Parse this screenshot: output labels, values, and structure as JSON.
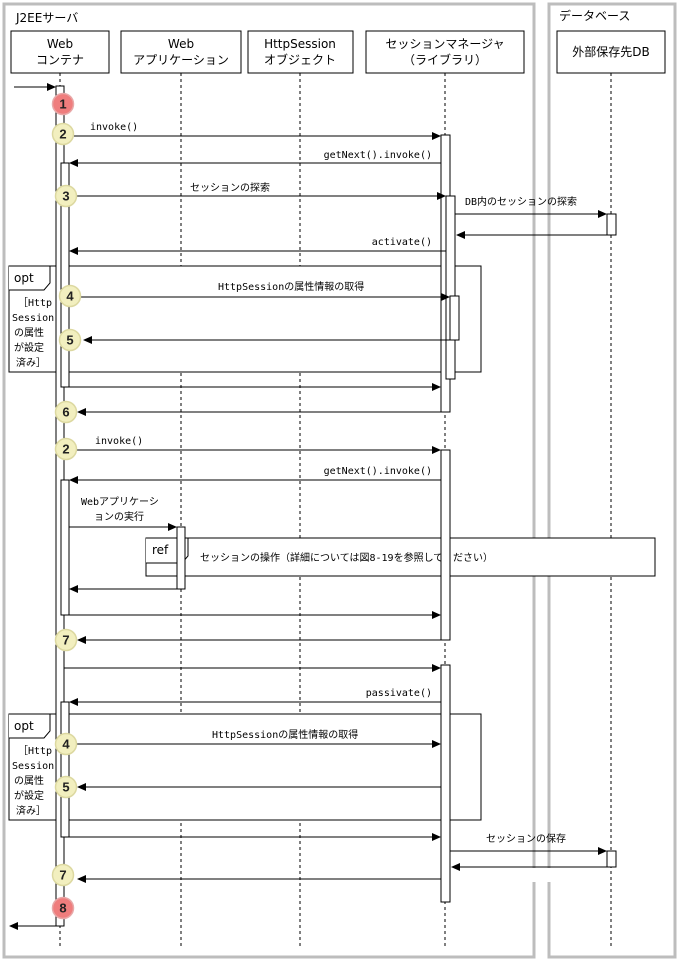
{
  "zones": {
    "server": "J2EEサーバ",
    "db": "データベース"
  },
  "participants": {
    "web_container": [
      "Web",
      "コンテナ"
    ],
    "web_app": [
      "Web",
      "アプリケーション"
    ],
    "http_session": [
      "HttpSession",
      "オブジェクト"
    ],
    "session_manager": [
      "セッションマネージャ",
      "（ライブラリ）"
    ],
    "external_db": [
      "外部保存先DB"
    ]
  },
  "steps": [
    "1",
    "2",
    "3",
    "4",
    "5",
    "6",
    "2",
    "7",
    "4",
    "5",
    "7",
    "8"
  ],
  "messages": {
    "invoke_1": "invoke()",
    "getnext_1": "getNext().invoke()",
    "session_search": "セッションの探索",
    "db_session_search": "DB内のセッションの探索",
    "activate": "activate()",
    "get_attr_1": "HttpSessionの属性情報の取得",
    "invoke_2": "invoke()",
    "getnext_2": "getNext().invoke()",
    "webapp_exec": [
      "Webアプリケーシ",
      "ョンの実行"
    ],
    "ref_text": "セッションの操作（詳細については図8-19を参照してください）",
    "passivate": "passivate()",
    "get_attr_2": "HttpSessionの属性情報の取得",
    "session_save": "セッションの保存"
  },
  "fragments": {
    "opt_label": "opt",
    "opt_condition": [
      "［Http",
      "Session",
      "の属性",
      "が設定",
      "済み］"
    ],
    "ref_label": "ref"
  },
  "colors": {
    "step_normal": "#f2efbf",
    "step_special": "#ef7d7d",
    "zone_border": "#bdbdbd"
  }
}
